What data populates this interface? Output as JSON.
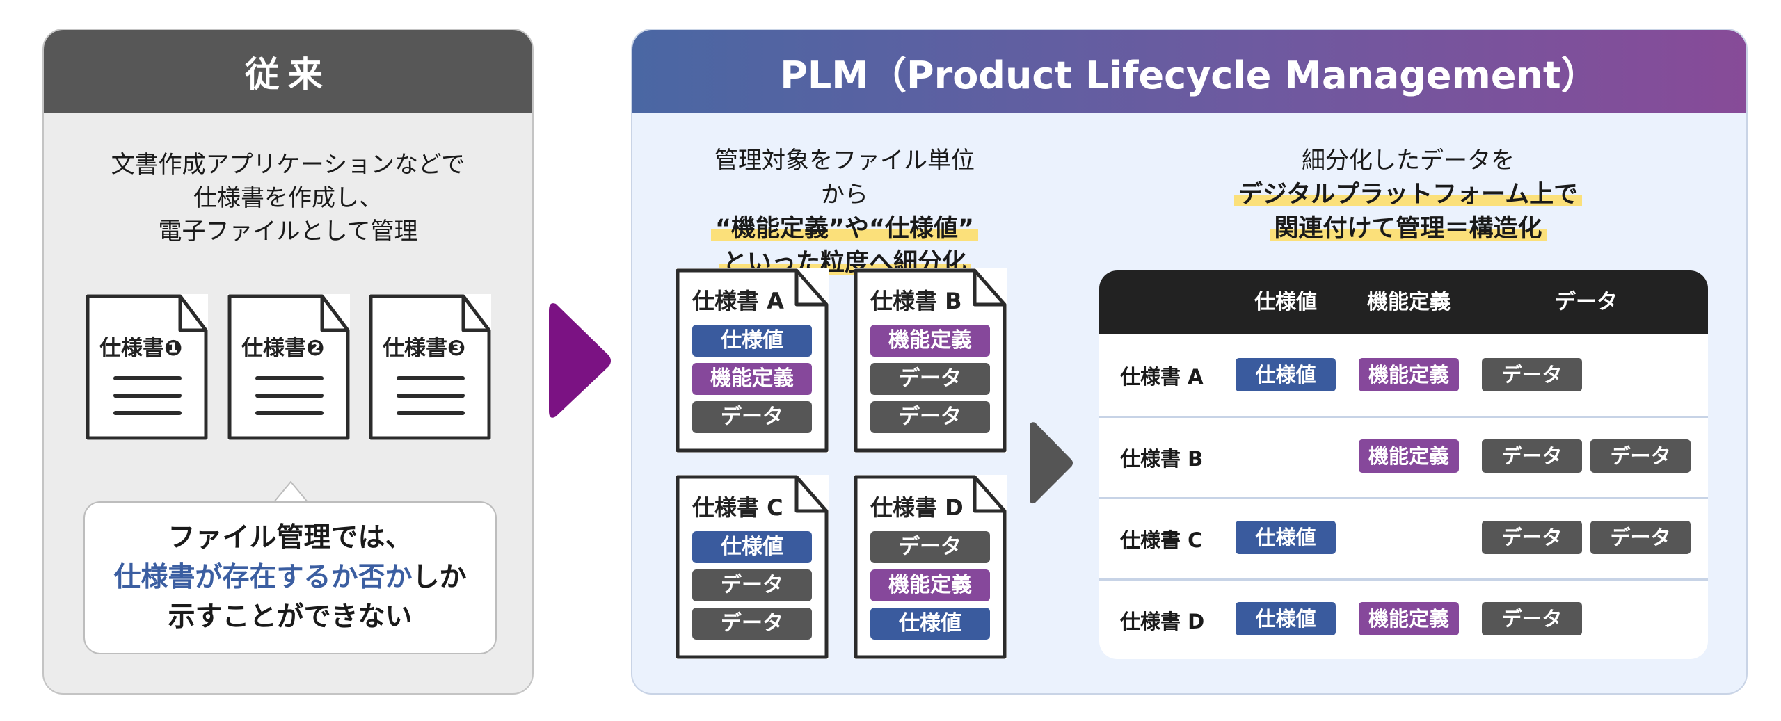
{
  "left": {
    "title": "従来",
    "description": [
      "文書作成アプリケーションなどで",
      "仕様書を作成し、",
      "電子ファイルとして管理"
    ],
    "documents": [
      "仕様書❶",
      "仕様書❷",
      "仕様書❸"
    ],
    "bubble": {
      "line1": "ファイル管理では、",
      "line2_highlight": "仕様書が存在するか否か",
      "line2_rest": "しか",
      "line3": "示すことができない"
    }
  },
  "right": {
    "title": "PLM（Product Lifecycle Management）",
    "left_caption": {
      "line1": "管理対象をファイル単位から",
      "line2": "“機能定義”や“仕様値”",
      "line3": "といった粒度へ細分化"
    },
    "right_caption": {
      "line1": "細分化したデータを",
      "line2": "デジタルプラットフォーム上で",
      "line3": "関連付けて管理＝構造化"
    },
    "documents": [
      {
        "label": "仕様書 A",
        "chips": [
          {
            "text": "仕様値",
            "kind": "blue"
          },
          {
            "text": "機能定義",
            "kind": "purple"
          },
          {
            "text": "データ",
            "kind": "gray"
          }
        ]
      },
      {
        "label": "仕様書 B",
        "chips": [
          {
            "text": "機能定義",
            "kind": "purple"
          },
          {
            "text": "データ",
            "kind": "gray"
          },
          {
            "text": "データ",
            "kind": "gray"
          }
        ]
      },
      {
        "label": "仕様書 C",
        "chips": [
          {
            "text": "仕様値",
            "kind": "blue"
          },
          {
            "text": "データ",
            "kind": "gray"
          },
          {
            "text": "データ",
            "kind": "gray"
          }
        ]
      },
      {
        "label": "仕様書 D",
        "chips": [
          {
            "text": "データ",
            "kind": "gray"
          },
          {
            "text": "機能定義",
            "kind": "purple"
          },
          {
            "text": "仕様値",
            "kind": "blue"
          }
        ]
      }
    ],
    "table": {
      "headers": [
        "仕様値",
        "機能定義",
        "データ"
      ],
      "rows": [
        {
          "label": "仕様書 A",
          "spec": "仕様値",
          "func": "機能定義",
          "data": [
            "データ"
          ]
        },
        {
          "label": "仕様書 B",
          "spec": null,
          "func": "機能定義",
          "data": [
            "データ",
            "データ"
          ]
        },
        {
          "label": "仕様書 C",
          "spec": "仕様値",
          "func": null,
          "data": [
            "データ",
            "データ"
          ]
        },
        {
          "label": "仕様書 D",
          "spec": "仕様値",
          "func": "機能定義",
          "data": [
            "データ"
          ]
        }
      ]
    }
  },
  "colors": {
    "spec_blue": "#3a5b9e",
    "func_purple": "#86489b",
    "data_gray": "#565656",
    "arrow_purple": "#7b1283",
    "arrow_gray": "#555555",
    "highlight_yellow": "#fbe07a",
    "accent_text_blue": "#3b5ea1"
  }
}
